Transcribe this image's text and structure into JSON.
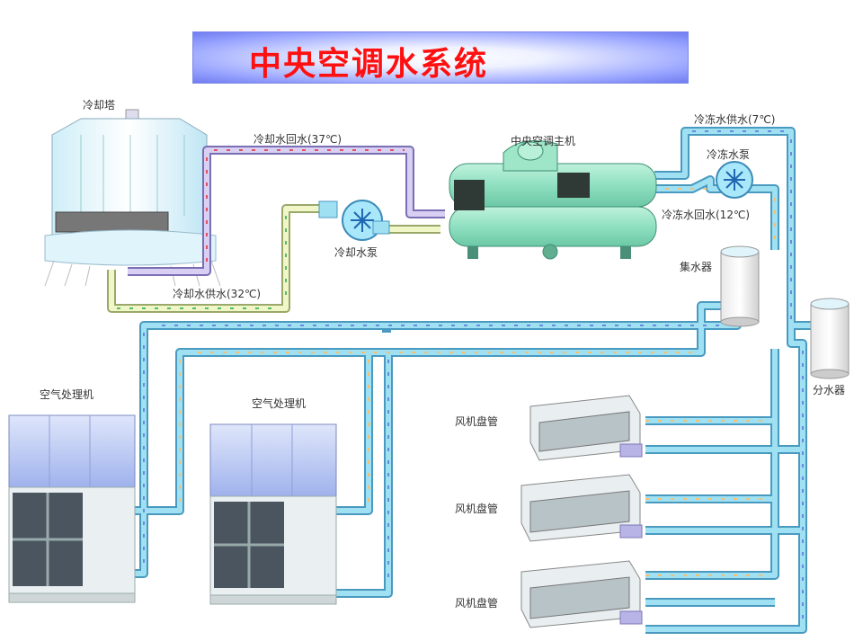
{
  "title": "中央空调水系统",
  "labels": {
    "cooling_tower": "冷却塔",
    "cooling_return": "冷却水回水(37℃)",
    "cooling_supply": "冷却水供水(32℃)",
    "cooling_pump": "冷却水泵",
    "chiller": "中央空调主机",
    "chilled_supply": "冷冻水供水(7℃)",
    "chilled_pump": "冷冻水泵",
    "chilled_return": "冷冻水回水(12℃)",
    "collector": "集水器",
    "distributor": "分水器",
    "ahu_1": "空气处理机",
    "ahu_2": "空气处理机",
    "fcu_1": "风机盘管",
    "fcu_2": "风机盘管",
    "fcu_3": "风机盘管"
  },
  "colors": {
    "title": "#ff1010",
    "pipe_chilled": "#8fd6ec",
    "pipe_cooling_return": "#c9bfe6",
    "pipe_cooling_supply": "#e6efb6",
    "equipment_green": "#8fe0c0"
  }
}
